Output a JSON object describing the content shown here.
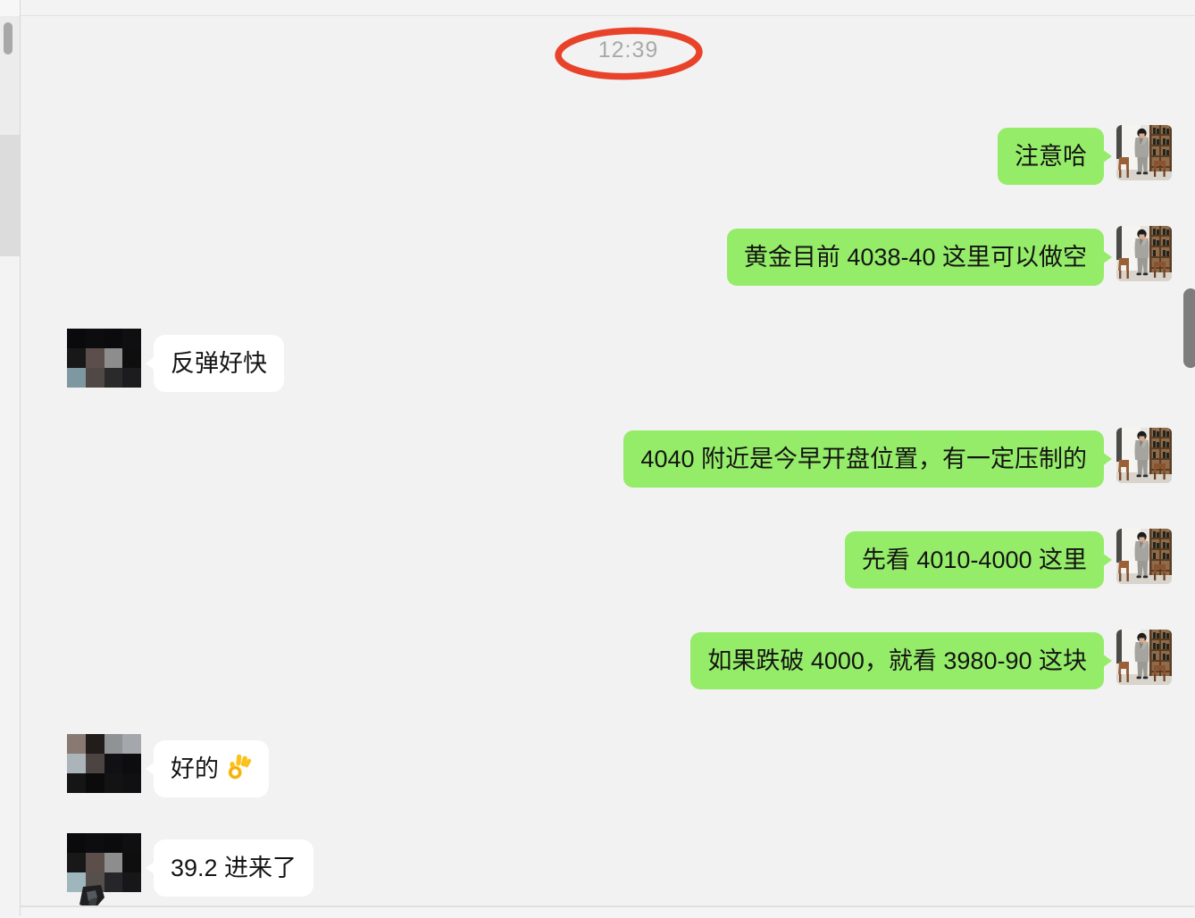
{
  "chrome": {
    "time_label": "12:39"
  },
  "colors": {
    "background": "#f2f2f2",
    "bubble_sent_green": "#95ec69",
    "bubble_received_white": "#ffffff",
    "message_text": "#141414",
    "timestamp_gray": "#a9a9a9",
    "annotation_red": "#e8432a",
    "left_rail_thumb": "#a8a8a8",
    "right_scroll_thumb": "#7d7d7d"
  },
  "icons": {
    "ok_hand_char": "👌",
    "annotation": "red-ellipse-circle-around-timestamp"
  },
  "avatars": {
    "photo": {
      "description": "man-in-gray-suit-photo"
    },
    "mosaic1": {
      "cells": [
        "#0a0a0c",
        "#0d0d0f",
        "#0b0b0d",
        "#0f0f11",
        "#181818",
        "#5c4f4b",
        "#8d8d8d",
        "#0e0e0e",
        "#7e98a2",
        "#504845",
        "#2a2a2a",
        "#1c1c1e"
      ],
      "protrusion": false
    },
    "mosaic2": {
      "cells": [
        "#887a73",
        "#221c1a",
        "#909396",
        "#a4a7ab",
        "#aab4b9",
        "#4b4442",
        "#111113",
        "#0d0d0f",
        "#151515",
        "#0b0b0b",
        "#131313",
        "#101012"
      ],
      "protrusion": false
    },
    "mosaic3": {
      "cells": [
        "#0a0a0c",
        "#0d0d0f",
        "#0b0b0d",
        "#0f0f11",
        "#181818",
        "#5c4f4b",
        "#8d8d8d",
        "#0e0e0e",
        "#9fb6bd",
        "#56504c",
        "#26262a",
        "#17171a"
      ],
      "protrusion": true
    }
  },
  "messages": [
    {
      "side": "right",
      "text": "注意哈",
      "avatar": "photo"
    },
    {
      "side": "right",
      "text": "黄金目前 4038-40 这里可以做空",
      "avatar": "photo"
    },
    {
      "side": "left",
      "text": "反弹好快",
      "avatar": "mosaic1"
    },
    {
      "side": "right",
      "text": "4040 附近是今早开盘位置，有一定压制的",
      "avatar": "photo"
    },
    {
      "side": "right",
      "text": "先看 4010-4000 这里",
      "avatar": "photo"
    },
    {
      "side": "right",
      "text": "如果跌破 4000，就看 3980-90 这块",
      "avatar": "photo"
    },
    {
      "side": "left",
      "text": "好的",
      "emoji": "ok-hand",
      "avatar": "mosaic2"
    },
    {
      "side": "left",
      "text": "39.2 进来了",
      "avatar": "mosaic3"
    }
  ]
}
